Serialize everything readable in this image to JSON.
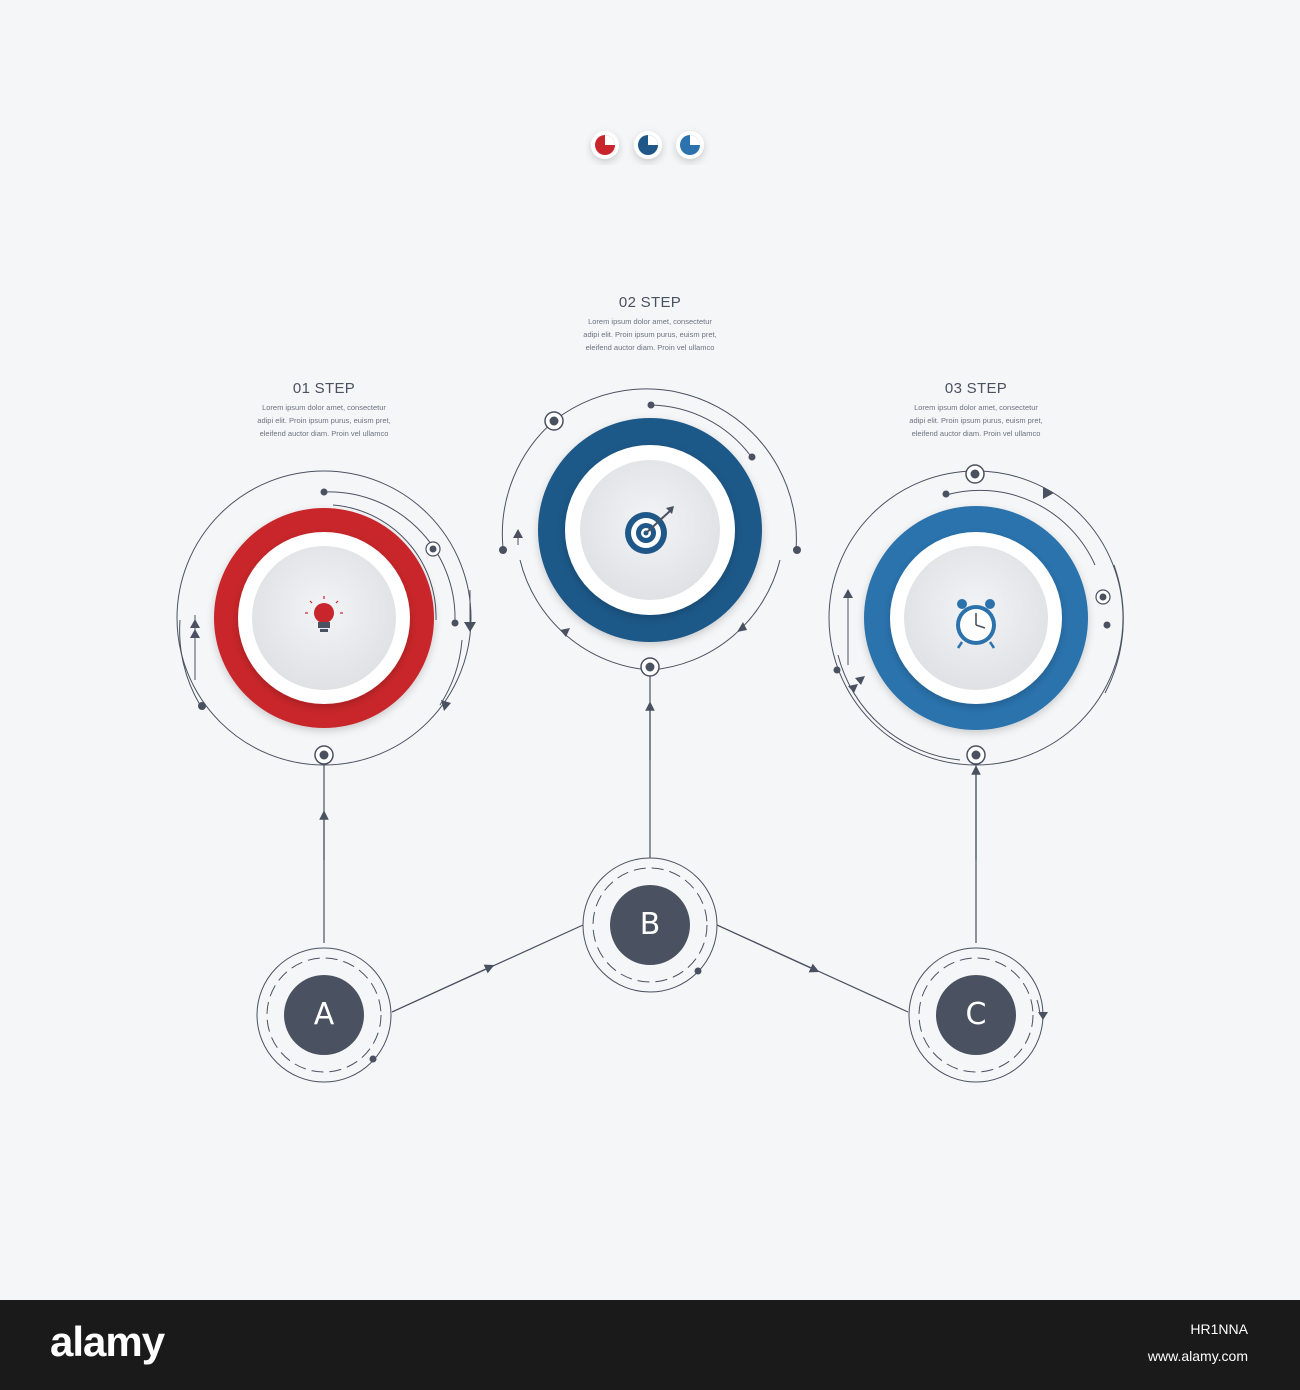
{
  "colors": {
    "background": "#f5f6f8",
    "line": "#4a5160",
    "step1": "#c8262c",
    "step2": "#1f5888",
    "step3": "#2c73ad",
    "node": "#4a5160"
  },
  "swatches": [
    {
      "name": "red",
      "color": "#c8262c"
    },
    {
      "name": "dark-blue",
      "color": "#1f5888"
    },
    {
      "name": "blue",
      "color": "#2c73ad"
    }
  ],
  "steps": [
    {
      "title": "01 STEP",
      "desc": [
        "Lorem ipsum dolor amet, consectetur",
        "adipi elit. Proin ipsum purus, euism pret,",
        "eleifend auctor diam. Proin vel ullamco"
      ],
      "icon": "lightbulb-icon",
      "color": "#c8262c"
    },
    {
      "title": "02 STEP",
      "desc": [
        "Lorem ipsum dolor amet, consectetur",
        "adipi elit. Proin ipsum purus, euism pret,",
        "eleifend auctor diam. Proin vel ullamco"
      ],
      "icon": "target-icon",
      "color": "#1f5888"
    },
    {
      "title": "03 STEP",
      "desc": [
        "Lorem ipsum dolor amet, consectetur",
        "adipi elit. Proin ipsum purus, euism pret,",
        "eleifend auctor diam. Proin vel ullamco"
      ],
      "icon": "alarm-clock-icon",
      "color": "#2c73ad"
    }
  ],
  "nodes": [
    {
      "label": "A"
    },
    {
      "label": "B"
    },
    {
      "label": "C"
    }
  ],
  "footer": {
    "logo": "alamy",
    "image_id": "HR1NNA",
    "url": "www.alamy.com"
  }
}
